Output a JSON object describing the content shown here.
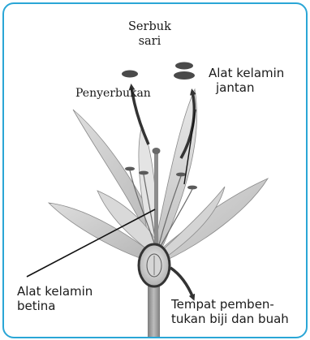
{
  "labels": {
    "pollen": [
      "Serbuk",
      "sari"
    ],
    "pollination": "Penyerbukan",
    "male_organ": [
      "Alat kelamin",
      "jantan"
    ],
    "female_organ": [
      "Alat kelamin",
      "betina"
    ],
    "seed_fruit_site": [
      "Tempat pemben-",
      "tukan biji dan buah"
    ]
  },
  "colors": {
    "frame": "#2aa6d6",
    "petal_fill": "#d3d3d3",
    "petal_edge": "#8a8a8a",
    "stem": "#9a9a9a",
    "arrow": "#333333",
    "pollen_grain": "#4a4a4a"
  },
  "icons": [
    "pollen-grain-icon",
    "pollination-arrow-icon",
    "seed-site-arrow-icon"
  ]
}
